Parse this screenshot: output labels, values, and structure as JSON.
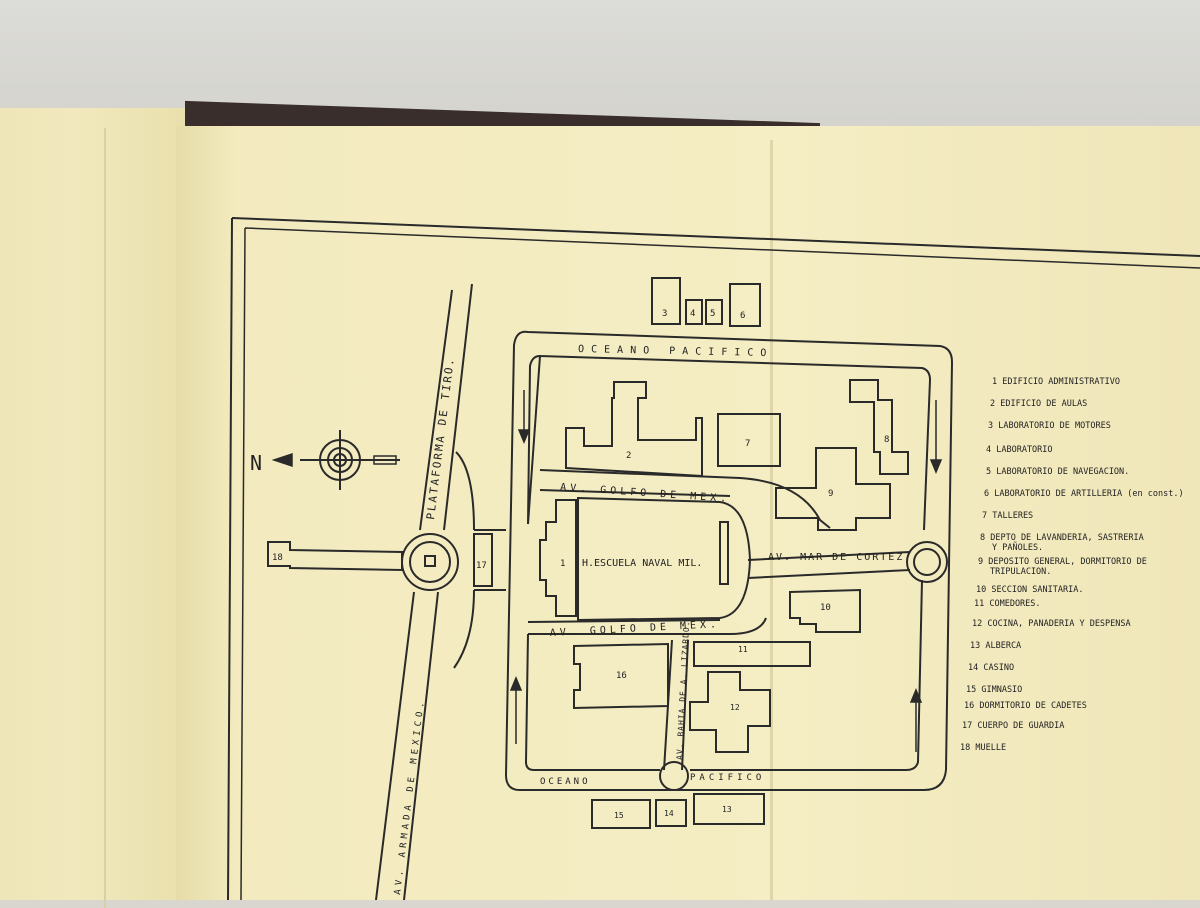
{
  "map": {
    "north_letter": "N",
    "roads": {
      "oceano_pacifico_top": "OCEANO PACIFICO",
      "oceano_bottom": "OCEANO",
      "pacifico_bottom": "PACIFICO",
      "golfo_de_mex_top": "AV. GOLFO DE MEX.",
      "golfo_de_mex_bottom": "AV. GOLFO DE MEX.",
      "mar_de_cortez": "AV. MAR DE CORTEZ",
      "plataforma_de_tiro": "PLATAFORMA DE TIRO.",
      "armada_de_mexico": "AV. ARMADA DE MEXICO.",
      "bahia_lizardo": "AV. BAHIA DE A. LIZARDO."
    },
    "center_label": "H.ESCUELA NAVAL MIL.",
    "building_numbers": [
      "1",
      "2",
      "3",
      "4",
      "5",
      "6",
      "7",
      "8",
      "9",
      "10",
      "11",
      "12",
      "13",
      "14",
      "15",
      "16",
      "17",
      "18"
    ],
    "legend": [
      "1  EDIFICIO ADMINISTRATIVO",
      "2  EDIFICIO DE AULAS",
      "3  LABORATORIO DE MOTORES",
      "4  LABORATORIO",
      "5  LABORATORIO DE NAVEGACION.",
      "6  LABORATORIO DE ARTILLERIA (en const.)",
      "7  TALLERES",
      "8  DEPTO DE LAVANDERIA, SASTRERIA",
      "Y PAÑOLES.",
      "9  DEPOSITO GENERAL, DORMITORIO DE",
      "TRIPULACION.",
      "10  SECCION SANITARIA.",
      "11  COMEDORES.",
      "12  COCINA, PANADERIA Y DESPENSA",
      "13  ALBERCA",
      "14  CASINO",
      "15  GIMNASIO",
      "16  DORMITORIO DE CADETES",
      "17  CUERPO DE GUARDIA",
      "18  MUELLE"
    ]
  }
}
